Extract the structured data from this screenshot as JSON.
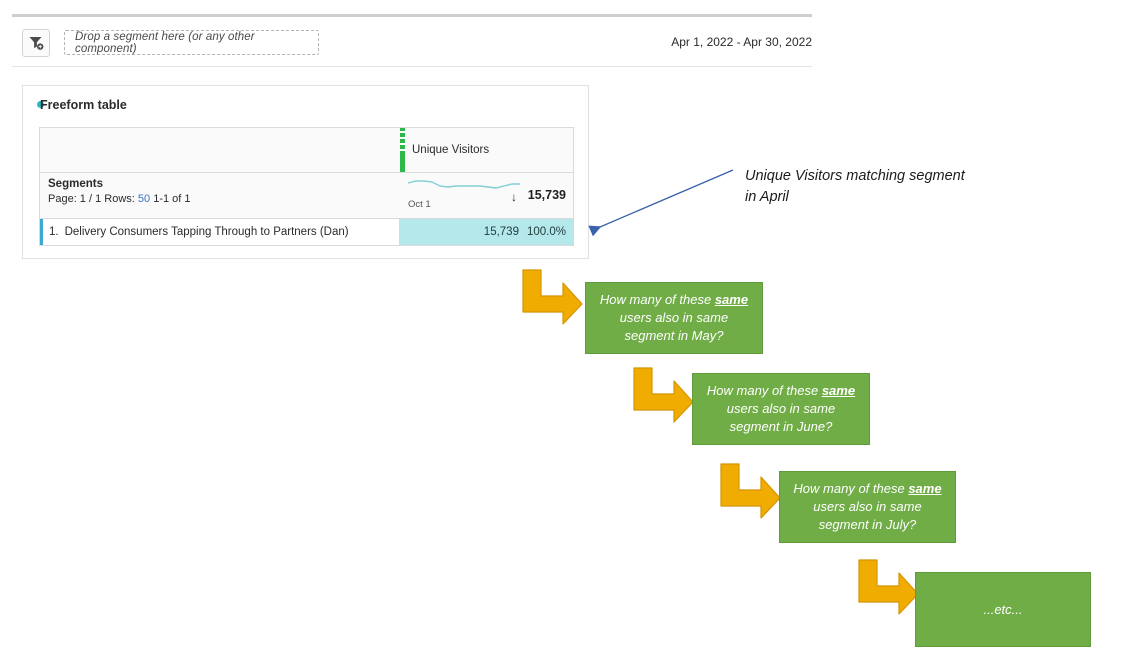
{
  "segment_bar": {
    "filter_icon": "filter-add-icon",
    "dropzone_placeholder": "Drop a segment here (or any other component)",
    "date_range": "Apr 1, 2022 - Apr 30, 2022"
  },
  "panel": {
    "title": "Freeform table",
    "dot_color": "#2bb8c4"
  },
  "table": {
    "metric_header": "Unique Visitors",
    "metric_bar_color": "#2db84a",
    "summary": {
      "dimension_label": "Segments",
      "pager_prefix": "Page: 1 / 1  Rows:",
      "rows_value": "50",
      "pager_suffix": "1-1 of 1",
      "spark_axis_label": "Oct 1",
      "sort_arrow": "↓",
      "total": "15,739"
    },
    "rows": [
      {
        "rank": "1.",
        "name": "Delivery Consumers Tapping Through to Partners (Dan)",
        "value": "15,739",
        "percent": "100.0%",
        "highlight_color": "#b5e8ea"
      }
    ]
  },
  "callout": {
    "text": "Unique Visitors matching segment in April",
    "arrow_color": "#3a62ab"
  },
  "flow": {
    "box_fill": "#70ad47",
    "arrow_fill": "#f0ac00",
    "boxes": [
      {
        "line1_pre": "How many of these ",
        "line1_em": "same",
        "line2": "users also in same",
        "line3": "segment in May?"
      },
      {
        "line1_pre": "How many of these ",
        "line1_em": "same",
        "line2": "users also in same",
        "line3": "segment in June?"
      },
      {
        "line1_pre": "How many of these ",
        "line1_em": "same",
        "line2": "users also in same",
        "line3": "segment in July?"
      },
      {
        "line1_pre": "...etc...",
        "line1_em": "",
        "line2": "",
        "line3": ""
      }
    ]
  }
}
